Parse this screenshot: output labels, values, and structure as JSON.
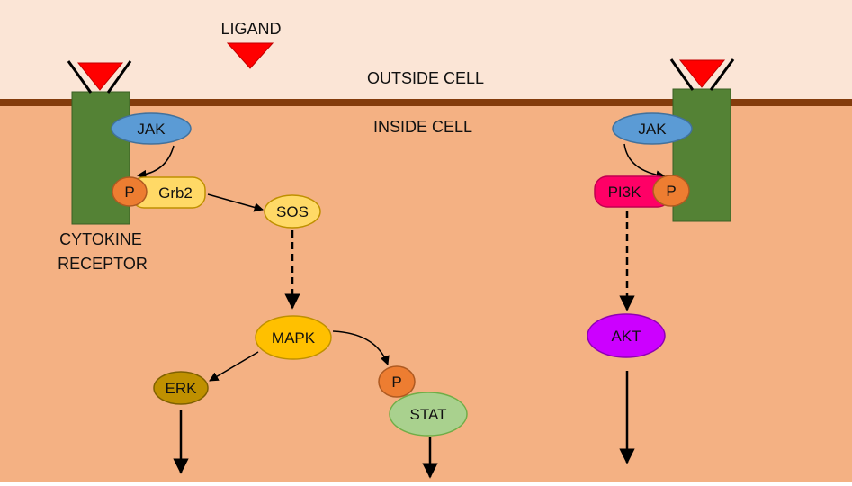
{
  "labels": {
    "ligand": "LIGAND",
    "outside_cell": "OUTSIDE CELL",
    "inside_cell": "INSIDE CELL",
    "cytokine_line1": "CYTOKINE",
    "cytokine_line2": "RECEPTOR"
  },
  "nodes": {
    "jak_left": "JAK",
    "jak_right": "JAK",
    "p_left": "P",
    "grb2": "Grb2",
    "sos": "SOS",
    "mapk": "MAPK",
    "erk": "ERK",
    "p_stat": "P",
    "stat": "STAT",
    "pi3k": "PI3K",
    "p_right": "P",
    "akt": "AKT"
  },
  "colors": {
    "outside_bg": "#fbe5d6",
    "inside_bg": "#f4b183",
    "membrane": "#843c0c",
    "receptor": "#548235",
    "ligand": "#ff0000",
    "jak": "#5b9bd5",
    "phospho": "#ed7d31",
    "grb2": "#ffd966",
    "sos": "#ffd966",
    "mapk": "#ffc000",
    "erk": "#bf9000",
    "stat": "#a9d18e",
    "pi3k": "#ff0066",
    "akt": "#cc00ff"
  }
}
